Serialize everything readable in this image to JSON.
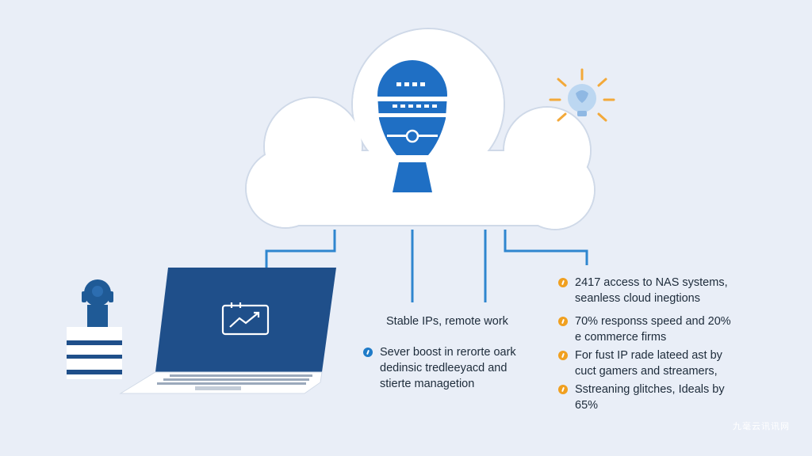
{
  "center": {
    "heading": "Stable IPs, remote work",
    "bullet": {
      "lines": [
        "Sever boost in rerorte oark",
        "dedinsic tredleeyacd and",
        "stierte managetion"
      ],
      "color": "#1f7bc8"
    }
  },
  "right": {
    "bullet_color": "#f0a020",
    "items": [
      {
        "lines": [
          "2417 access to NAS systems,",
          "seanless cloud inegtions"
        ]
      },
      {
        "lines": [
          "70% responss speed and 20%",
          "e commerce firms"
        ]
      },
      {
        "lines": [
          "For fust IP rade lateed ast by",
          "cuct gamers and streamers,"
        ]
      },
      {
        "lines": [
          "Sstreaning glitches, Ideals by",
          "65%"
        ]
      }
    ]
  },
  "watermark": "九毫云讯讯网",
  "colors": {
    "background": "#e9eef7",
    "cloud": "#ffffff",
    "accent_blue": "#1f6fc4",
    "navy": "#1f4f8a",
    "connector": "#2f86cf",
    "sun": "#f3a93a"
  },
  "icons": [
    "cloud-icon",
    "server-balloon-icon",
    "lightbulb-icon",
    "laptop-icon",
    "chart-icon",
    "user-icon",
    "document-stack-icon"
  ]
}
